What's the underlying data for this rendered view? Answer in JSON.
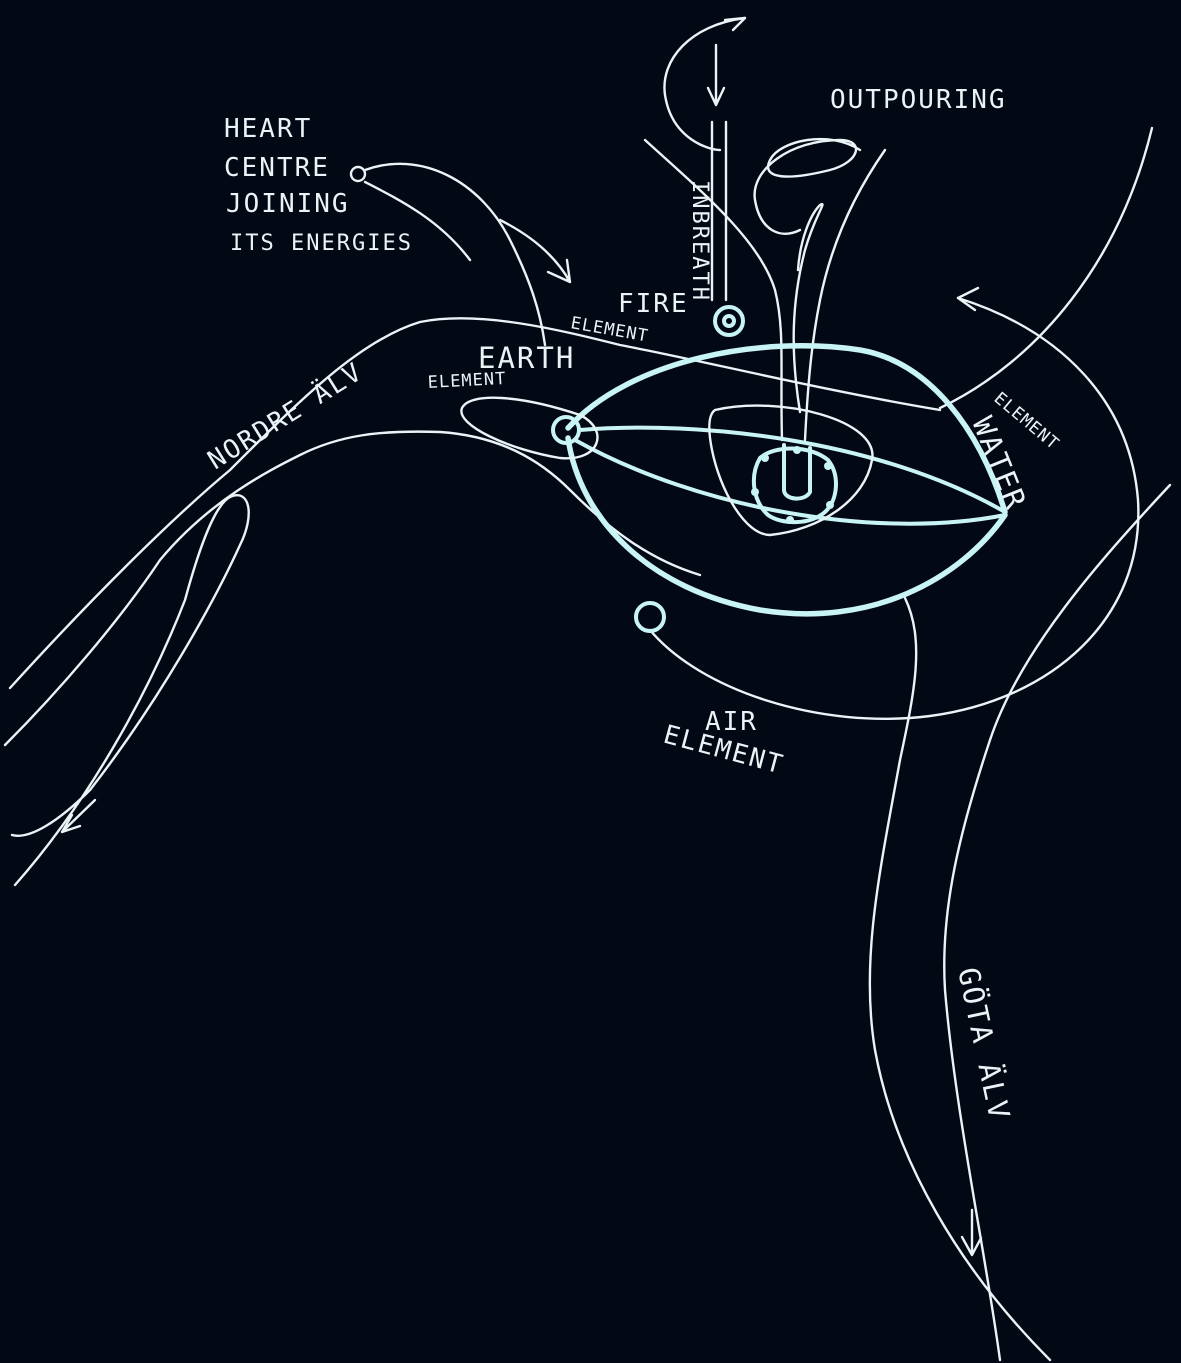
{
  "labels": {
    "outpouring": "OUTPOURING",
    "heart_line1": "HEART",
    "heart_line2": "CENTRE",
    "heart_line3": "JOINING",
    "heart_line4": "ITS ENERGIES",
    "inbreath": "INBREATH",
    "fire": "FIRE",
    "fire_element": "ELEMENT",
    "earth": "EARTH",
    "earth_element": "ELEMENT",
    "water_element": "ELEMENT",
    "water": "WATER",
    "air": "AIR",
    "air_element": "ELEMENT",
    "nordre_alv": "NORDRE ÄLV",
    "gota_alv": "GÖTA ÄLV"
  },
  "colors": {
    "background": "#020814",
    "line": "#eaf3f6",
    "accent": "#c8f4f6"
  }
}
